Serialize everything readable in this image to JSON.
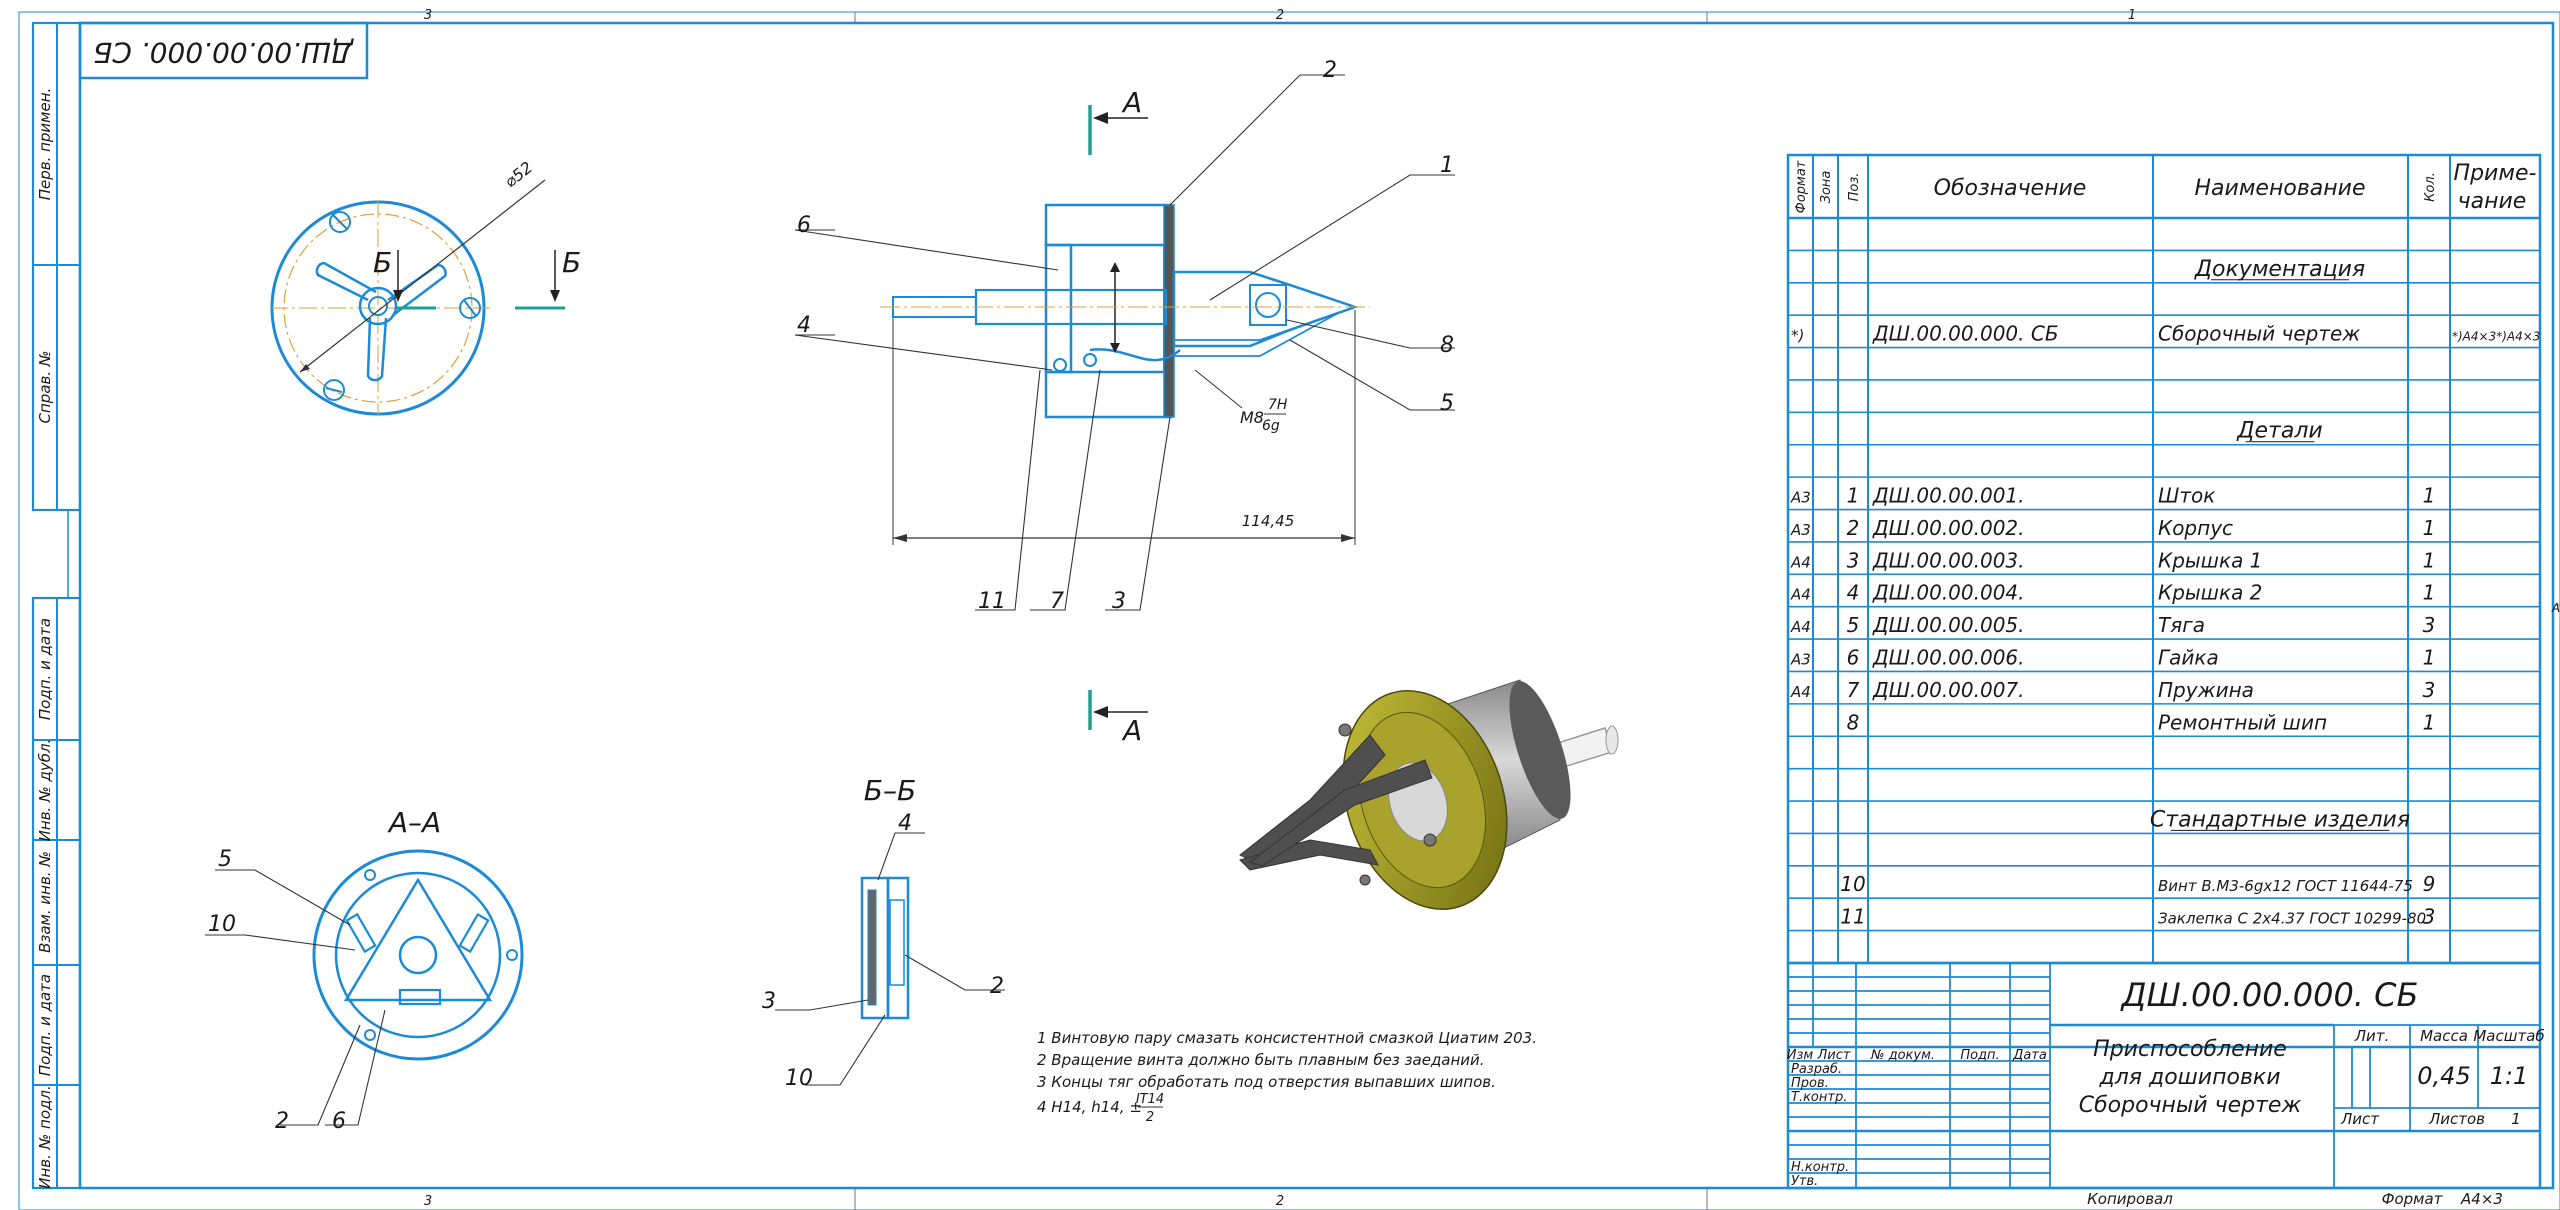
{
  "frame": {
    "zones_top": [
      "3",
      "2",
      "1"
    ],
    "zones_bottom": [
      "3",
      "2"
    ],
    "side_zone": "А",
    "rotated_code": "ДШ.00.00.000. СБ",
    "copied": "Копировал",
    "format_label": "Формат",
    "format_value": "А4×3"
  },
  "side_strip": [
    "Перв. примен.",
    "Справ. №",
    "Подп. и дата",
    "Инв. № дубл.",
    "Взам. инв. №",
    "Подп. и дата",
    "Инв. № подл."
  ],
  "views": {
    "section_aa": "А–А",
    "section_bb": "Б–Б",
    "cut_a": "А",
    "cut_b": "Б",
    "diameter": "⌀52",
    "overall_length": "114,45",
    "thread_main": "М8",
    "thread_top": "7H",
    "thread_bottom": "6g",
    "callouts_main": [
      "2",
      "1",
      "6",
      "4",
      "8",
      "5",
      "11",
      "7",
      "3"
    ],
    "callouts_aa": [
      "5",
      "10",
      "2",
      "6"
    ],
    "callouts_bb": [
      "4",
      "3",
      "2",
      "10"
    ]
  },
  "notes": [
    "1  Винтовую пару смазать консистентной смазкой Циатим 203.",
    "2  Вращение винта должно быть плавным без заеданий.",
    "3  Концы тяг обработать под отверстия выпавших шипов."
  ],
  "note4": {
    "text": "4  Н14, h14, ±",
    "num": "IT14",
    "den": "2"
  },
  "spec": {
    "headers": {
      "format": "Формат",
      "zone": "Зона",
      "pos": "Поз.",
      "designation": "Обозначение",
      "name": "Наименование",
      "qty": "Кол.",
      "note_l1": "Приме-",
      "note_l2": "чание"
    },
    "rows": [
      {
        "format": "",
        "pos": "",
        "designation": "",
        "name": "",
        "qty": "",
        "note": ""
      },
      {
        "format": "",
        "pos": "",
        "designation": "",
        "name": "Документация",
        "qty": "",
        "note": "",
        "section": true
      },
      {
        "format": "",
        "pos": "",
        "designation": "",
        "name": "",
        "qty": "",
        "note": ""
      },
      {
        "format": "*)",
        "pos": "",
        "designation": "ДШ.00.00.000. СБ",
        "name": "Сборочный чертеж",
        "qty": "",
        "note": "*)А4×3*)А4×3"
      },
      {
        "format": "",
        "pos": "",
        "designation": "",
        "name": "",
        "qty": "",
        "note": ""
      },
      {
        "format": "",
        "pos": "",
        "designation": "",
        "name": "",
        "qty": "",
        "note": ""
      },
      {
        "format": "",
        "pos": "",
        "designation": "",
        "name": "Детали",
        "qty": "",
        "note": "",
        "section": true
      },
      {
        "format": "",
        "pos": "",
        "designation": "",
        "name": "",
        "qty": "",
        "note": ""
      },
      {
        "format": "А3",
        "pos": "1",
        "designation": "ДШ.00.00.001.",
        "name": "Шток",
        "qty": "1",
        "note": ""
      },
      {
        "format": "А3",
        "pos": "2",
        "designation": "ДШ.00.00.002.",
        "name": "Корпус",
        "qty": "1",
        "note": ""
      },
      {
        "format": "А4",
        "pos": "3",
        "designation": "ДШ.00.00.003.",
        "name": "Крышка 1",
        "qty": "1",
        "note": ""
      },
      {
        "format": "А4",
        "pos": "4",
        "designation": "ДШ.00.00.004.",
        "name": "Крышка 2",
        "qty": "1",
        "note": ""
      },
      {
        "format": "А4",
        "pos": "5",
        "designation": "ДШ.00.00.005.",
        "name": "Тяга",
        "qty": "3",
        "note": ""
      },
      {
        "format": "А3",
        "pos": "6",
        "designation": "ДШ.00.00.006.",
        "name": "Гайка",
        "qty": "1",
        "note": ""
      },
      {
        "format": "А4",
        "pos": "7",
        "designation": "ДШ.00.00.007.",
        "name": "Пружина",
        "qty": "3",
        "note": ""
      },
      {
        "format": "",
        "pos": "8",
        "designation": "",
        "name": "Ремонтный шип",
        "qty": "1",
        "note": ""
      },
      {
        "format": "",
        "pos": "",
        "designation": "",
        "name": "",
        "qty": "",
        "note": ""
      },
      {
        "format": "",
        "pos": "",
        "designation": "",
        "name": "",
        "qty": "",
        "note": ""
      },
      {
        "format": "",
        "pos": "",
        "designation": "",
        "name": "Стандартные изделия",
        "qty": "",
        "note": "",
        "section": true
      },
      {
        "format": "",
        "pos": "",
        "designation": "",
        "name": "",
        "qty": "",
        "note": ""
      },
      {
        "format": "",
        "pos": "10",
        "designation": "",
        "name": "Винт В.М3-6gх12 ГОСТ 11644-75",
        "qty": "9",
        "note": "",
        "small": true
      },
      {
        "format": "",
        "pos": "11",
        "designation": "",
        "name": "Заклепка С 2х4.37 ГОСТ 10299-80",
        "qty": "3",
        "note": "",
        "small": true
      }
    ]
  },
  "title_block": {
    "code": "ДШ.00.00.000. СБ",
    "name_lines": [
      "Приспособление",
      "для дошиповки",
      "Сборочный чертеж"
    ],
    "head": [
      "Изм",
      "Лист",
      "№ докум.",
      "Подп.",
      "Дата"
    ],
    "roles": [
      "Разраб.",
      "Пров.",
      "Т.контр.",
      "",
      "Н.контр.",
      "Утв."
    ],
    "lit": "Лит.",
    "mass": "Масса",
    "scale": "Масштаб",
    "mass_value": "0,45",
    "scale_value": "1:1",
    "sheet": "Лист",
    "sheets": "Листов",
    "sheets_value": "1"
  }
}
